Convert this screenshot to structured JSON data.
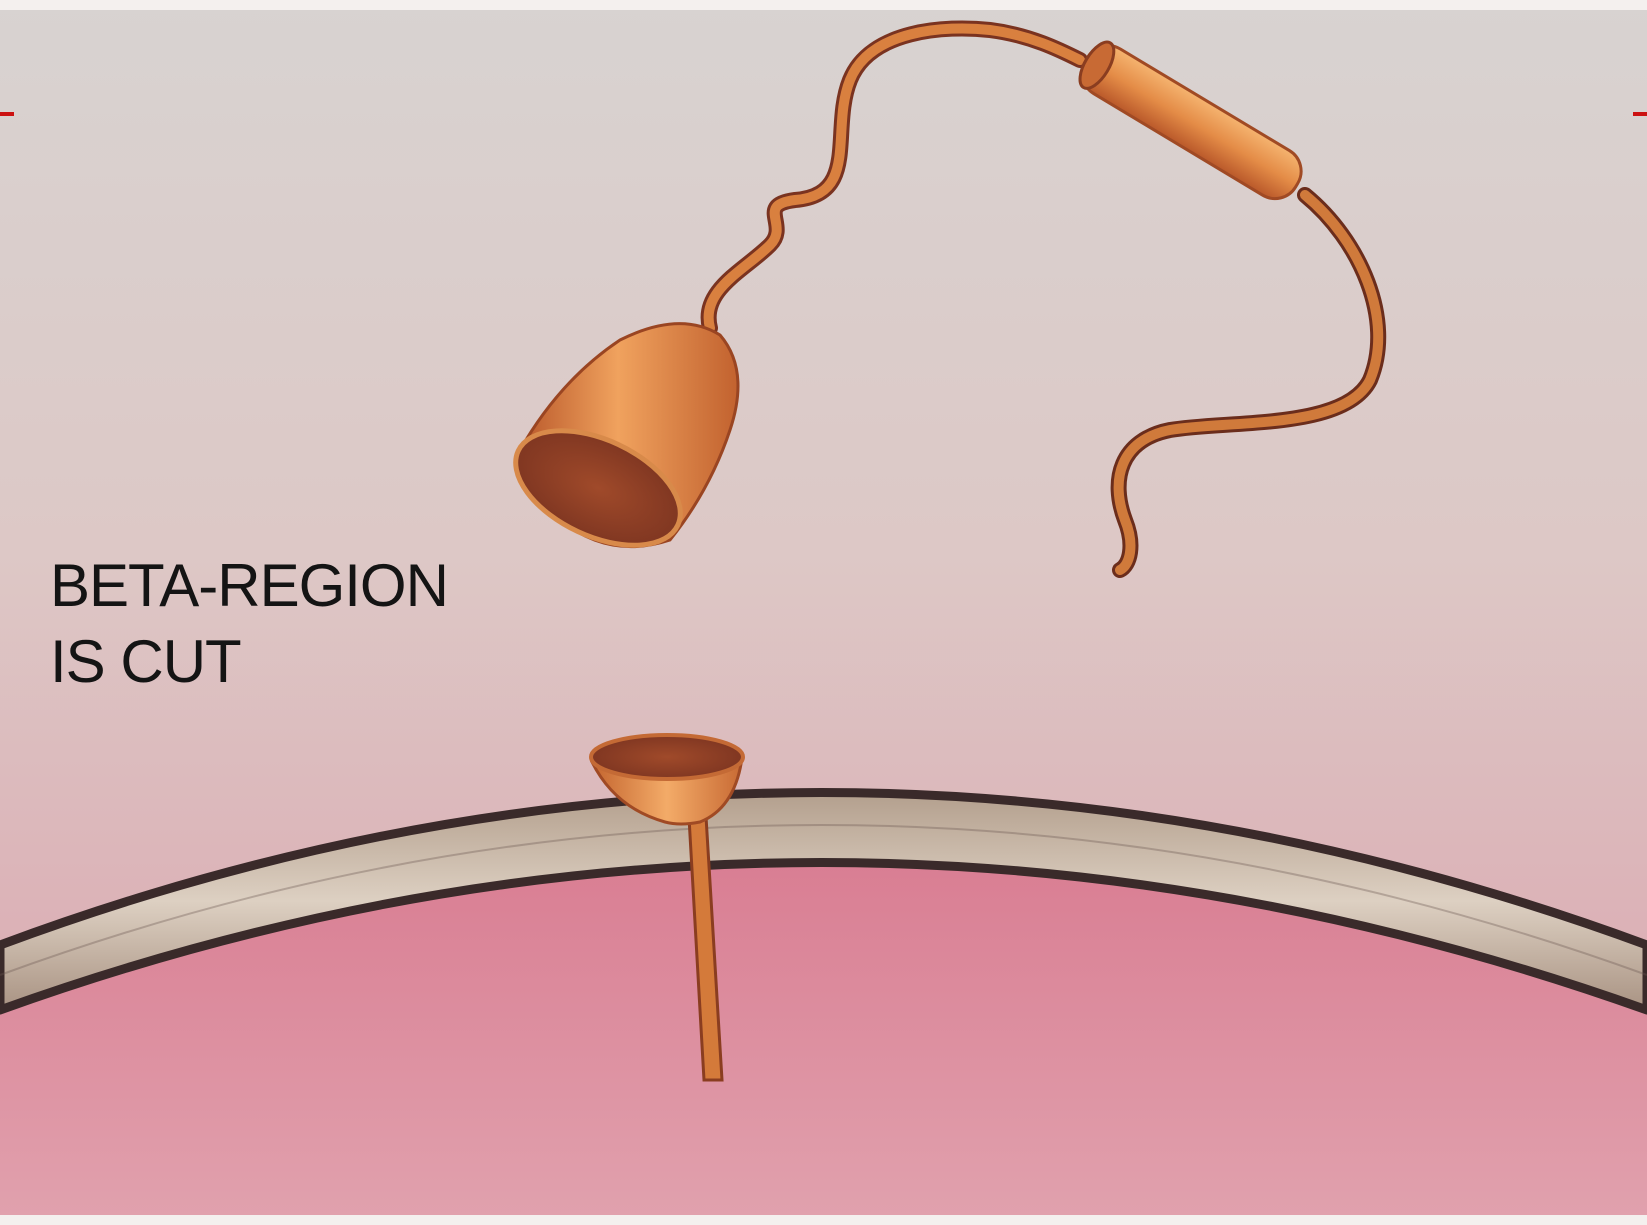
{
  "caption": {
    "line1": "BETA-REGION",
    "line2": "IS CUT"
  },
  "colors": {
    "background_top": "#d8d2cf",
    "background_bottom": "#d99aa6",
    "protein": "#d97a3c",
    "protein_dark": "#8f3f22",
    "protein_light": "#f2a860",
    "membrane_band": "#cfb9a5",
    "membrane_outline": "#3a2a2a",
    "cell_interior": "#d9879a",
    "slide_accent": "#cc1111"
  },
  "icons": {
    "cleaved_fragment": "bell-cap-with-tail",
    "membrane_stub": "cup-on-stalk"
  }
}
